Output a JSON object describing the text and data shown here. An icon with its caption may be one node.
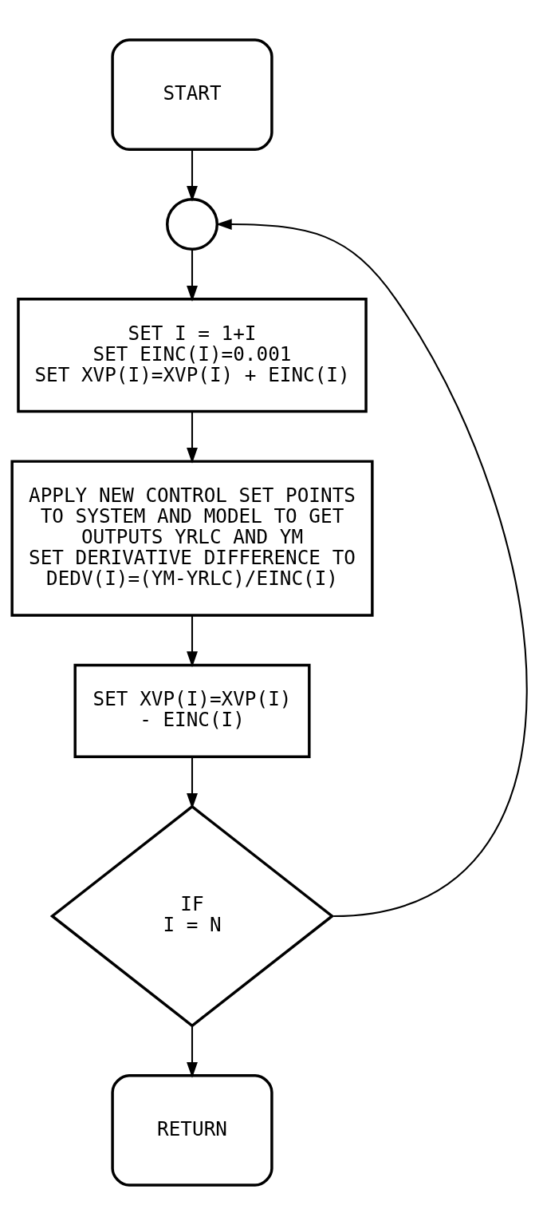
{
  "diagram": {
    "nodes": [
      {
        "text": [
          "START"
        ]
      },
      {
        "text": [],
        "shape": "circle"
      },
      {
        "text": [
          "SET I = 1+I",
          "SET EINC(I)=0.001",
          "SET XVP(I)=XVP(I) + EINC(I)"
        ]
      },
      {
        "text": [
          "APPLY NEW CONTROL SET POINTS TO SYSTEM AND MODEL TO GET OUTPUTS YRLC AND YM",
          "SET DERIVATIVE DIFFERENCE TO",
          "DEDV(I)=(YM-YRLC)/EINC(I)"
        ]
      },
      {
        "text": [
          "SET XVP(I)=XVP(I)",
          "- EINC(I)"
        ]
      },
      {
        "text": [
          "IF",
          "I = N"
        ]
      },
      {
        "text": [
          "RETURN"
        ]
      }
    ],
    "edges": [
      {
        "from": 0,
        "to": 1,
        "arrow": "to"
      },
      {
        "from": 1,
        "to": 2,
        "arrow": "to"
      },
      {
        "from": 2,
        "to": 3,
        "arrow": "to"
      },
      {
        "from": 3,
        "to": 4,
        "arrow": "to"
      },
      {
        "from": 4,
        "to": 5,
        "arrow": "to"
      },
      {
        "from": 5,
        "to": 6,
        "arrow": "to"
      },
      {
        "from": 5,
        "to": 1,
        "arrow": "to"
      }
    ]
  }
}
